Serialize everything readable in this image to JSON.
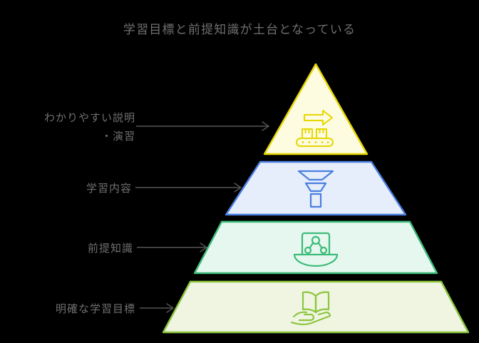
{
  "title": "学習目標と前提知識が土台となっている",
  "background_color": "#000000",
  "text_color": "#6f6f6f",
  "arrow_color": "#555555",
  "chart_data": {
    "type": "pyramid",
    "title": "学習目標と前提知識が土台となっている",
    "orientation": "apex-up",
    "tiers": [
      {
        "label": "わかりやすい説明\n・演習",
        "icon": "conveyor-belt-icon",
        "stroke_color": "#e6d700",
        "fill_color": "#fdfbe0",
        "level": 1,
        "arrow": true
      },
      {
        "label": "学習内容",
        "icon": "funnel-icon",
        "stroke_color": "#4a7fe0",
        "fill_color": "#e6edfb",
        "level": 2,
        "arrow": true
      },
      {
        "label": "前提知識",
        "icon": "laptop-network-icon",
        "stroke_color": "#3cbb78",
        "fill_color": "#e6f7ef",
        "level": 3,
        "arrow": true
      },
      {
        "label": "明確な学習目標",
        "icon": "book-on-hand-icon",
        "stroke_color": "#8cc63f",
        "fill_color": "#f0f5e2",
        "level": 4,
        "arrow": true
      }
    ]
  }
}
